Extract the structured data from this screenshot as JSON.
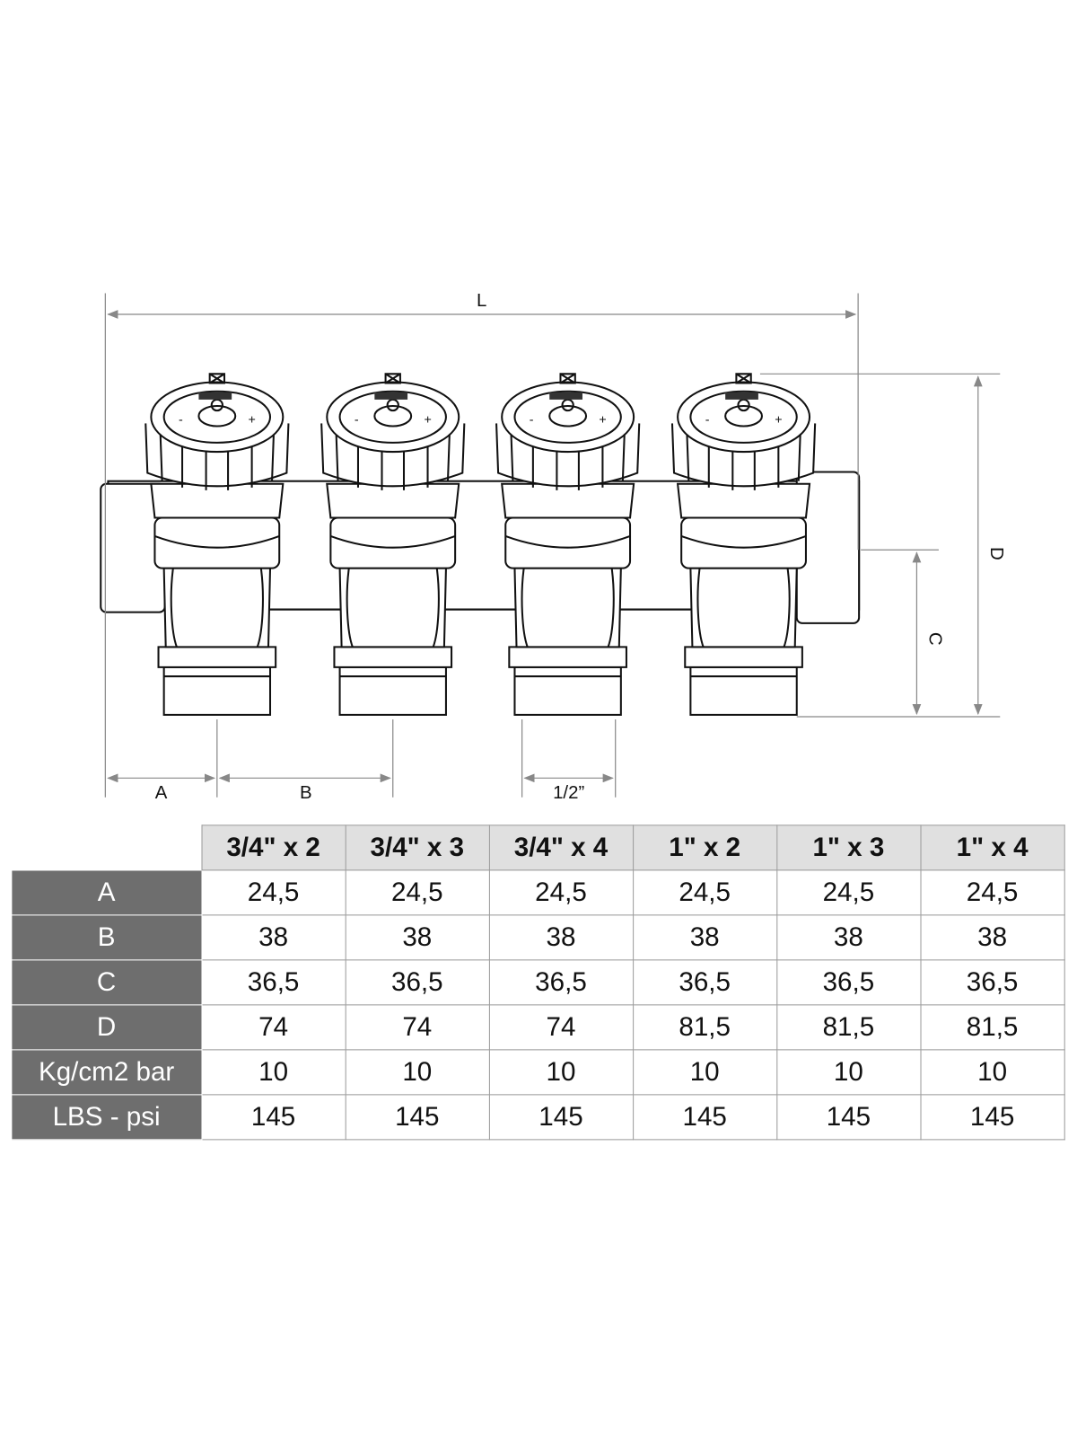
{
  "drawing": {
    "dimension_labels": {
      "L": "L",
      "D": "D",
      "C": "C",
      "A": "A",
      "B": "B",
      "outlet": "1/2”"
    },
    "knob_minus": "-",
    "knob_plus": "+"
  },
  "table": {
    "columns": [
      "3/4\" x 2",
      "3/4\" x 3",
      "3/4\" x 4",
      "1\" x 2",
      "1\" x 3",
      "1\" x 4"
    ],
    "rows": [
      {
        "label": "A",
        "values": [
          "24,5",
          "24,5",
          "24,5",
          "24,5",
          "24,5",
          "24,5"
        ]
      },
      {
        "label": "B",
        "values": [
          "38",
          "38",
          "38",
          "38",
          "38",
          "38"
        ]
      },
      {
        "label": "C",
        "values": [
          "36,5",
          "36,5",
          "36,5",
          "36,5",
          "36,5",
          "36,5"
        ]
      },
      {
        "label": "D",
        "values": [
          "74",
          "74",
          "74",
          "81,5",
          "81,5",
          "81,5"
        ]
      },
      {
        "label": "Kg/cm2 bar",
        "values": [
          "10",
          "10",
          "10",
          "10",
          "10",
          "10"
        ]
      },
      {
        "label": "LBS - psi",
        "values": [
          "145",
          "145",
          "145",
          "145",
          "145",
          "145"
        ]
      }
    ]
  }
}
